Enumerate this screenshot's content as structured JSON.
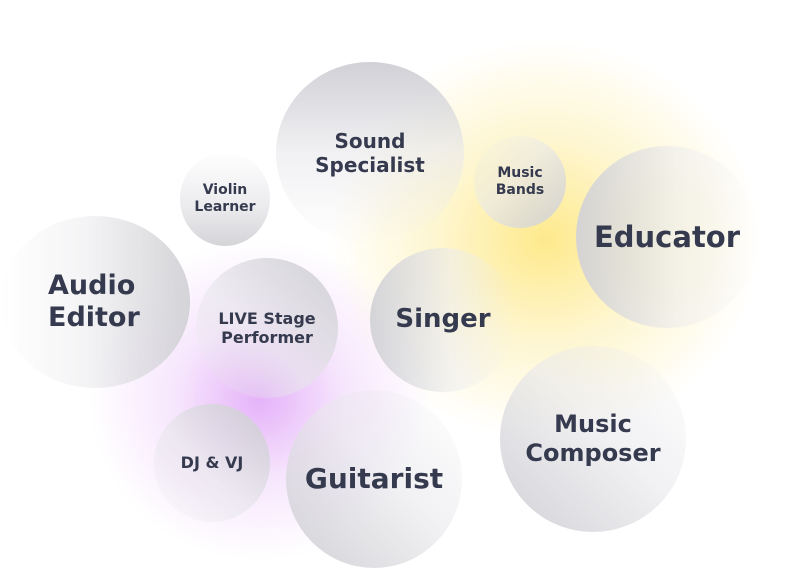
{
  "bubbles": {
    "sound_specialist": "Sound\nSpecialist",
    "violin_learner": "Violin\nLearner",
    "music_bands": "Music\nBands",
    "educator": "Educator",
    "audio_editor": "Audio\nEditor",
    "live_stage_performer": "LIVE Stage\nPerformer",
    "singer": "Singer",
    "dj_vj": "DJ & VJ",
    "guitarist": "Guitarist",
    "music_composer": "Music\nComposer"
  },
  "colors": {
    "text": "#353a4e",
    "glow_yellow": "#fde678",
    "glow_purple": "#e2aaf8"
  }
}
